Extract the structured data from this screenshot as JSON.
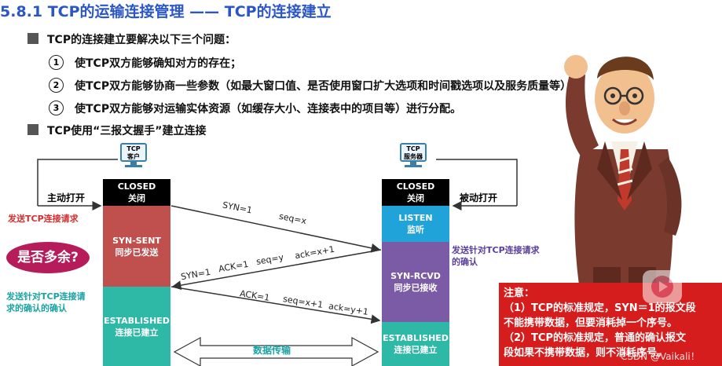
{
  "title": "5.8.1 TCP的运输连接管理 —— TCP的连接建立",
  "section1": {
    "heading": "TCP的连接建立要解决以下三个问题：",
    "items": [
      {
        "num": "1",
        "text": "使TCP双方能够确知对方的存在；"
      },
      {
        "num": "2",
        "text": "使TCP双方能够协商一些参数（如最大窗口值、是否使用窗口扩大选项和时间戳选项以及服务质量等）；"
      },
      {
        "num": "3",
        "text": "使TCP双方能够对运输实体资源（如缓存大小、连接表中的项目等）进行分配。"
      }
    ]
  },
  "section2": {
    "heading": "TCP使用“三报文握手”建立连接"
  },
  "client": {
    "computer_label_line1": "TCP",
    "computer_label_line2": "客户",
    "open_label": "主动打开",
    "send_request_label": "发送TCP连接请求",
    "bubble": "是否多余?",
    "send_ack_label_line1": "发送针对TCP连接请",
    "send_ack_label_line2": "求的确认的确认",
    "states": [
      {
        "en": "CLOSED",
        "zh": "关闭",
        "color": "#000000"
      },
      {
        "en": "SYN-SENT",
        "zh": "同步已发送",
        "color": "#c0504d"
      },
      {
        "en": "ESTABLISHED",
        "zh": "连接已建立",
        "color": "#2eb8a6"
      }
    ]
  },
  "server": {
    "computer_label_line1": "TCP",
    "computer_label_line2": "服务器",
    "open_label": "被动打开",
    "send_ack_label_line1": "发送针对TCP连接请求",
    "send_ack_label_line2": "的确认",
    "states": [
      {
        "en": "CLOSED",
        "zh": "关闭",
        "color": "#000000"
      },
      {
        "en": "LISTEN",
        "zh": "监听",
        "color": "#1fa3d9"
      },
      {
        "en": "SYN-RCVD",
        "zh": "同步已接收",
        "color": "#7b5aa6"
      },
      {
        "en": "ESTABLISHED",
        "zh": "连接已建立",
        "color": "#2eb8a6"
      }
    ]
  },
  "segments": {
    "seg1": {
      "a": "SYN=1",
      "b": "seq=x"
    },
    "seg2": {
      "a": "SYN=1",
      "b": "ACK=1",
      "c": "seq=y",
      "d": "ack=x+1"
    },
    "seg3": {
      "a": "ACK=1",
      "b": "seq=x+1",
      "c": "ack=y+1"
    },
    "data_transfer": "数据传输"
  },
  "note": {
    "title": "注意：",
    "line1": "（1）TCP的标准规定，SYN＝1的报文段",
    "line2": "不能携带数据，但要消耗掉一个序号。",
    "line3": "（2）TCP的标准规定，普通的确认报文",
    "line4": "段如果不携带数据，则不消耗序号。"
  },
  "watermark": "CSDN @Vaikali！",
  "colors": {
    "title": "#2a56c6",
    "red": "#d32f2f",
    "teal": "#1aa3a3",
    "note_bg": "#d61d1d"
  }
}
